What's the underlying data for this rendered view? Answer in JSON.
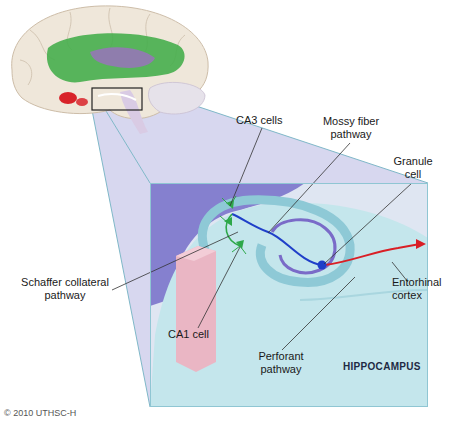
{
  "diagram": {
    "nodes": [
      {
        "text": [
          "HIPPOCAMPUS"
        ]
      }
    ],
    "labels": [
      "CA3 cells",
      "Mossy fiber pathway",
      "Granule cell",
      "Entorhinal cortex",
      "Schaffer collateral pathway",
      "CA1 cell",
      "Perforant pathway",
      "© 2010 UTHSC-H"
    ]
  }
}
